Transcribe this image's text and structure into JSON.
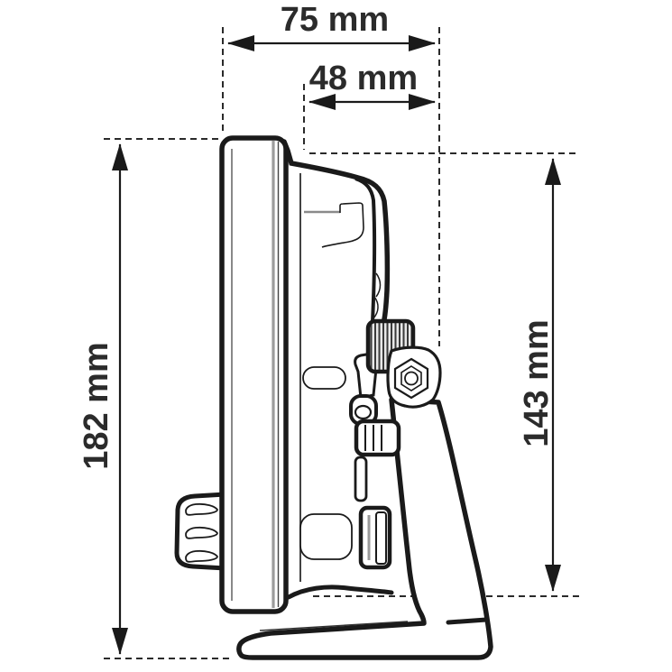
{
  "figure": {
    "type": "technical dimension drawing",
    "subject": "display unit with mounting bracket, side profile view",
    "unit": "mm",
    "background_color": "#ffffff",
    "line_color": "#1a1a1a",
    "text_color": "#2b2b2b"
  },
  "measurements": [
    {
      "id": "overall-depth",
      "label": "75 mm",
      "value": 75,
      "unit": "mm",
      "orientation": "horizontal"
    },
    {
      "id": "upper-depth",
      "label": "48 mm",
      "value": 48,
      "unit": "mm",
      "orientation": "horizontal"
    },
    {
      "id": "overall-height",
      "label": "182 mm",
      "value": 182,
      "unit": "mm",
      "orientation": "vertical"
    },
    {
      "id": "bracket-height",
      "label": "143 mm",
      "value": 143,
      "unit": "mm",
      "orientation": "vertical"
    }
  ]
}
